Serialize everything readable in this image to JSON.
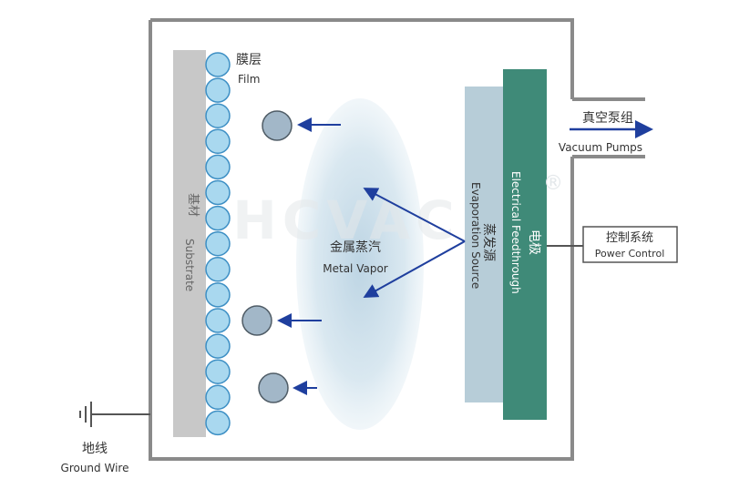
{
  "labels": {
    "film_cn": "膜层",
    "film_en": "Film",
    "substrate_cn": "基材",
    "substrate_en": "Substrate",
    "vapor_cn": "金属蒸汽",
    "vapor_en": "Metal Vapor",
    "evap_cn": "蒸发源",
    "evap_en": "Evaporation Source",
    "feed_cn": "电极",
    "feed_en": "Electrical Feedthrough",
    "vacuum_cn": "真空泵组",
    "vacuum_en": "Vacuum Pumps",
    "power_cn": "控制系统",
    "power_en": "Power Control",
    "ground_cn": "地线",
    "ground_en": "Ground Wire"
  },
  "colors": {
    "chamber": "#8a8a8a",
    "substrate": "#c8c8c8",
    "film_fill": "#a9d8ef",
    "film_stroke": "#3d8fc4",
    "atom_fill": "#a2b7c8",
    "atom_stroke": "#4f5c66",
    "arrow": "#1f3f9e",
    "vapor": "#c9dde9",
    "evap_source": "#b7cdd8",
    "feedthrough": "#3f8a78",
    "text": "#333333"
  }
}
